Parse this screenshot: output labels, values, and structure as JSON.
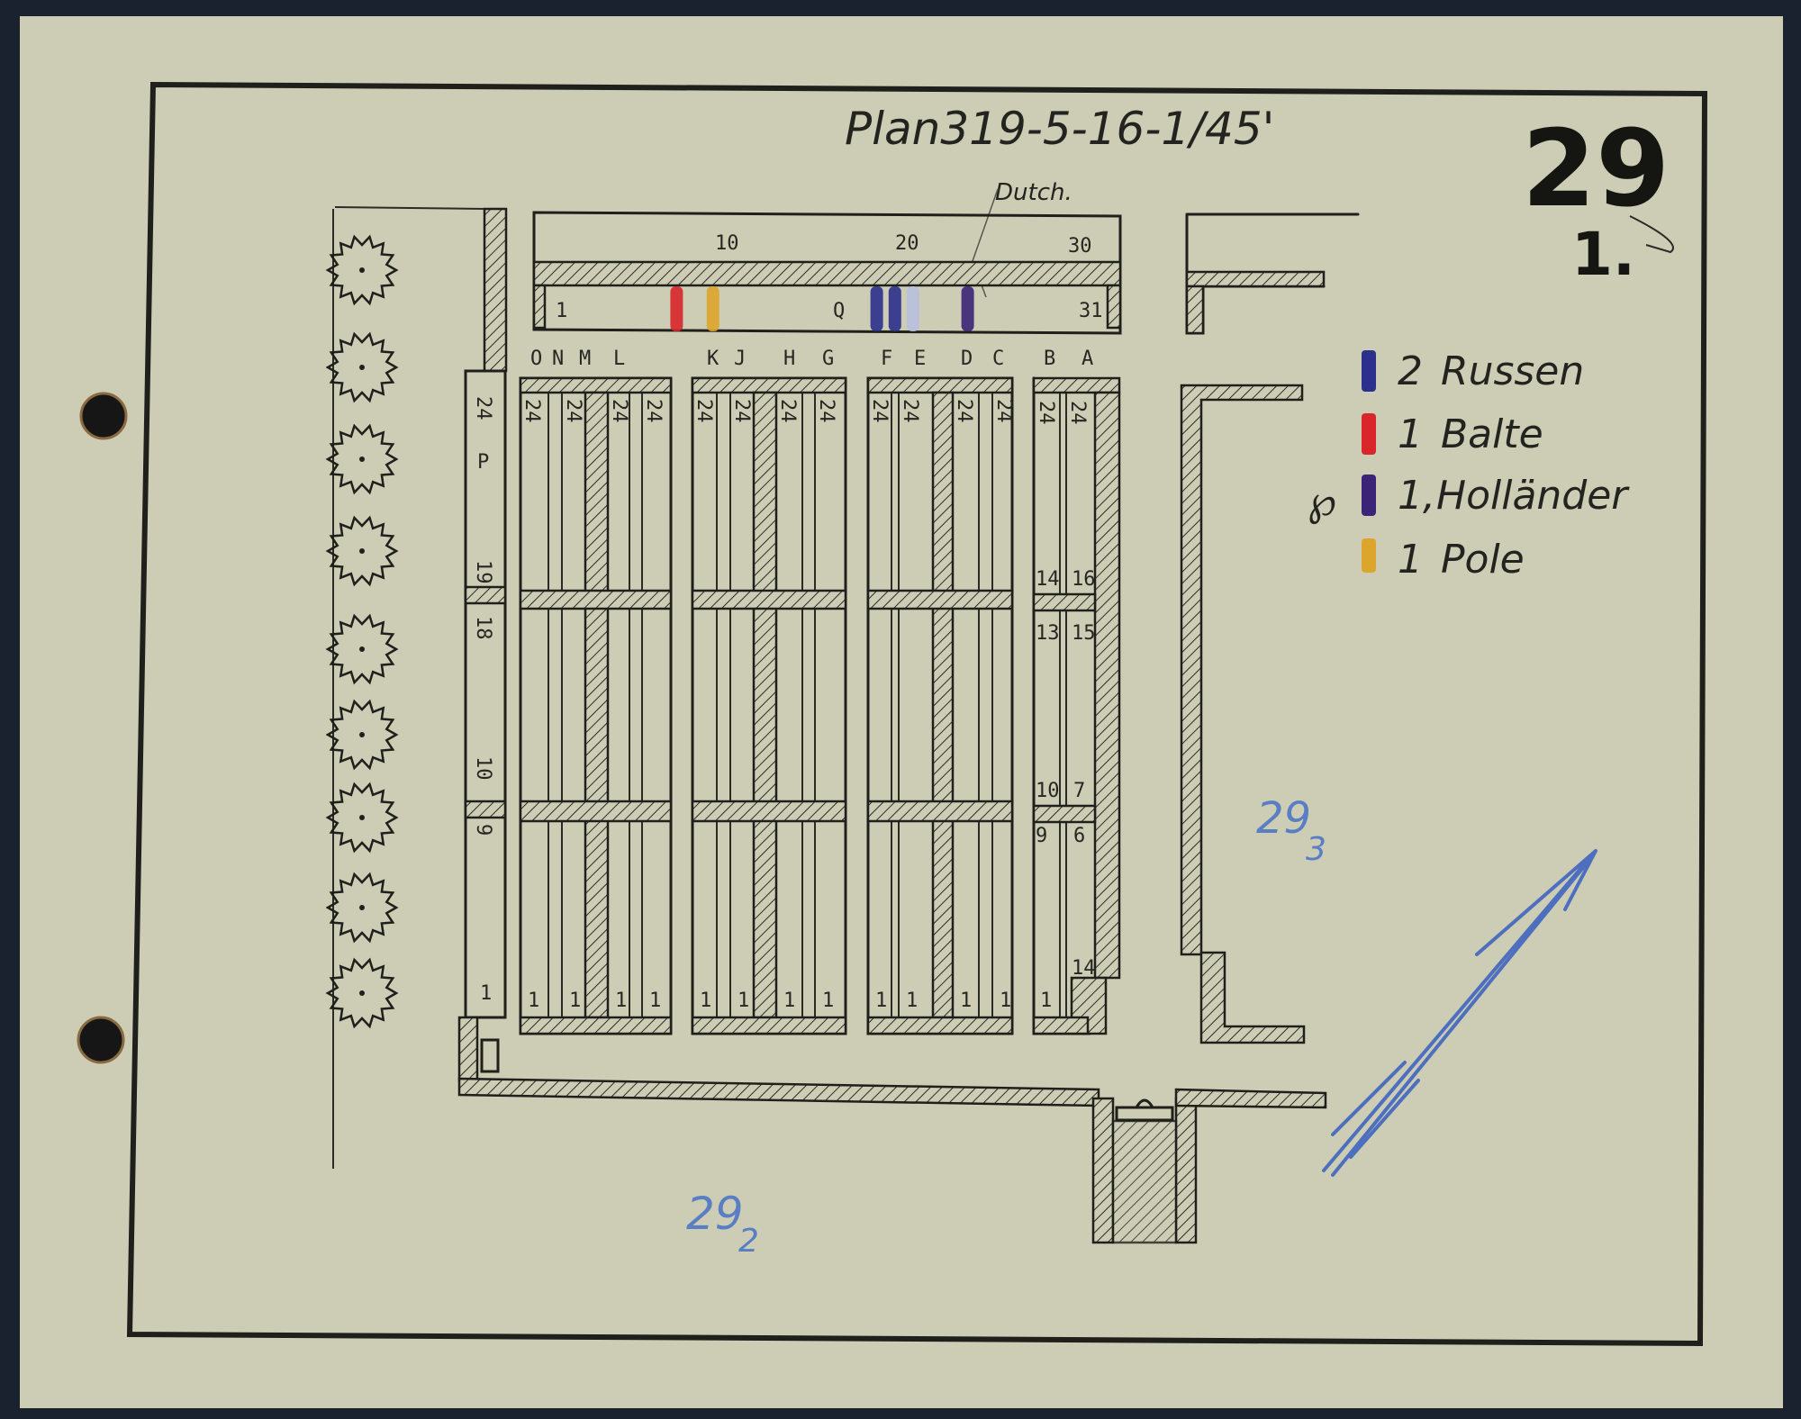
{
  "document": {
    "title": "Plan319-5-16-1/45'",
    "sheet_number": "29",
    "sub_number": "1.",
    "pencil_note": "Dutch."
  },
  "annotations": {
    "lower_left": {
      "base": "29",
      "sub": "2"
    },
    "right": {
      "base": "29",
      "sub": "3"
    }
  },
  "top_row": {
    "scale": [
      "10",
      "20",
      "30"
    ],
    "cells": [
      "1",
      "Q",
      "31"
    ],
    "marks": [
      {
        "grave": 8,
        "color": "#d8262b"
      },
      {
        "grave": 10,
        "color": "#dca52c"
      },
      {
        "grave": 19,
        "color": "#2c2f8c"
      },
      {
        "grave": 20,
        "color": "#2c2f8c"
      },
      {
        "grave": 21,
        "color": "#b9c0dc"
      },
      {
        "grave": 24,
        "color": "#3b2478"
      }
    ]
  },
  "row_letters": [
    "O",
    "N",
    "M",
    "L",
    "K",
    "J",
    "H",
    "G",
    "F",
    "E",
    "D",
    "C",
    "B",
    "A"
  ],
  "legend": {
    "mark": "℘",
    "items": [
      {
        "count": "2",
        "label": "Russen",
        "color": "#2c2f8c"
      },
      {
        "count": "1",
        "label": "Balte",
        "color": "#d8262b"
      },
      {
        "count": "1,",
        "label": "Holländer",
        "color": "#3b2478"
      },
      {
        "count": "1",
        "label": "Pole",
        "color": "#dca52c"
      }
    ]
  },
  "plots": {
    "p_column": {
      "label": "P",
      "numbers": [
        "24",
        "19",
        "18",
        "10",
        "9",
        "1"
      ]
    },
    "strip_top": "24",
    "strip_bottom": "1",
    "ba_block": [
      "14",
      "16",
      "13",
      "15",
      "10",
      "7",
      "9",
      "6",
      "14"
    ]
  },
  "colors": {
    "paper": "#cdcdb5",
    "ink": "#1f201c",
    "blue_pencil": "#5a7ec4"
  }
}
